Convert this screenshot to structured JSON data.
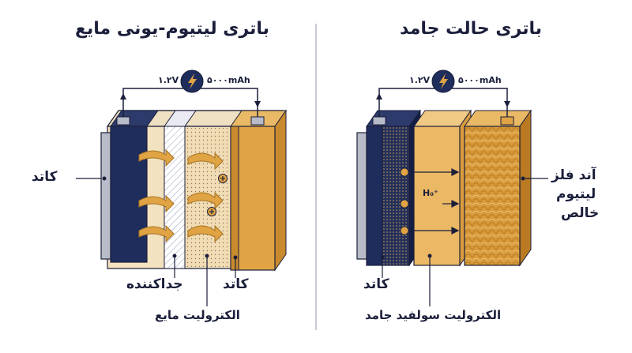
{
  "colors": {
    "navy": "#1f2d5c",
    "gold": "#e0a445",
    "gold_dark": "#c98a2e",
    "cream": "#f3e2c0",
    "silver": "#b8bcc8",
    "ink": "#1b1f3b"
  },
  "left_panel": {
    "title": "باتری لیتیوم-یونی مایع",
    "voltage": "۱.۲V",
    "capacity": "۵۰۰۰mAh",
    "cathode_label": "کاتد",
    "separator_label": "جداکننده",
    "anode_label": "کاتد",
    "electrolyte_label": "الکترولیت مایع",
    "icon": "lightning-bolt-icon"
  },
  "right_panel": {
    "title": "باتری حالت جامد",
    "voltage": "۱.۲V",
    "capacity": "۵۰۰۰mAh",
    "cathode_label": "کاتد",
    "electrolyte_label": "الکترولیت سولفید جامد",
    "anode_label_line1": "آند فلز",
    "anode_label_line2": "لیتیوم",
    "anode_label_line3": "خالص",
    "ion_label": "H₀⁺",
    "icon": "lightning-bolt-icon"
  }
}
